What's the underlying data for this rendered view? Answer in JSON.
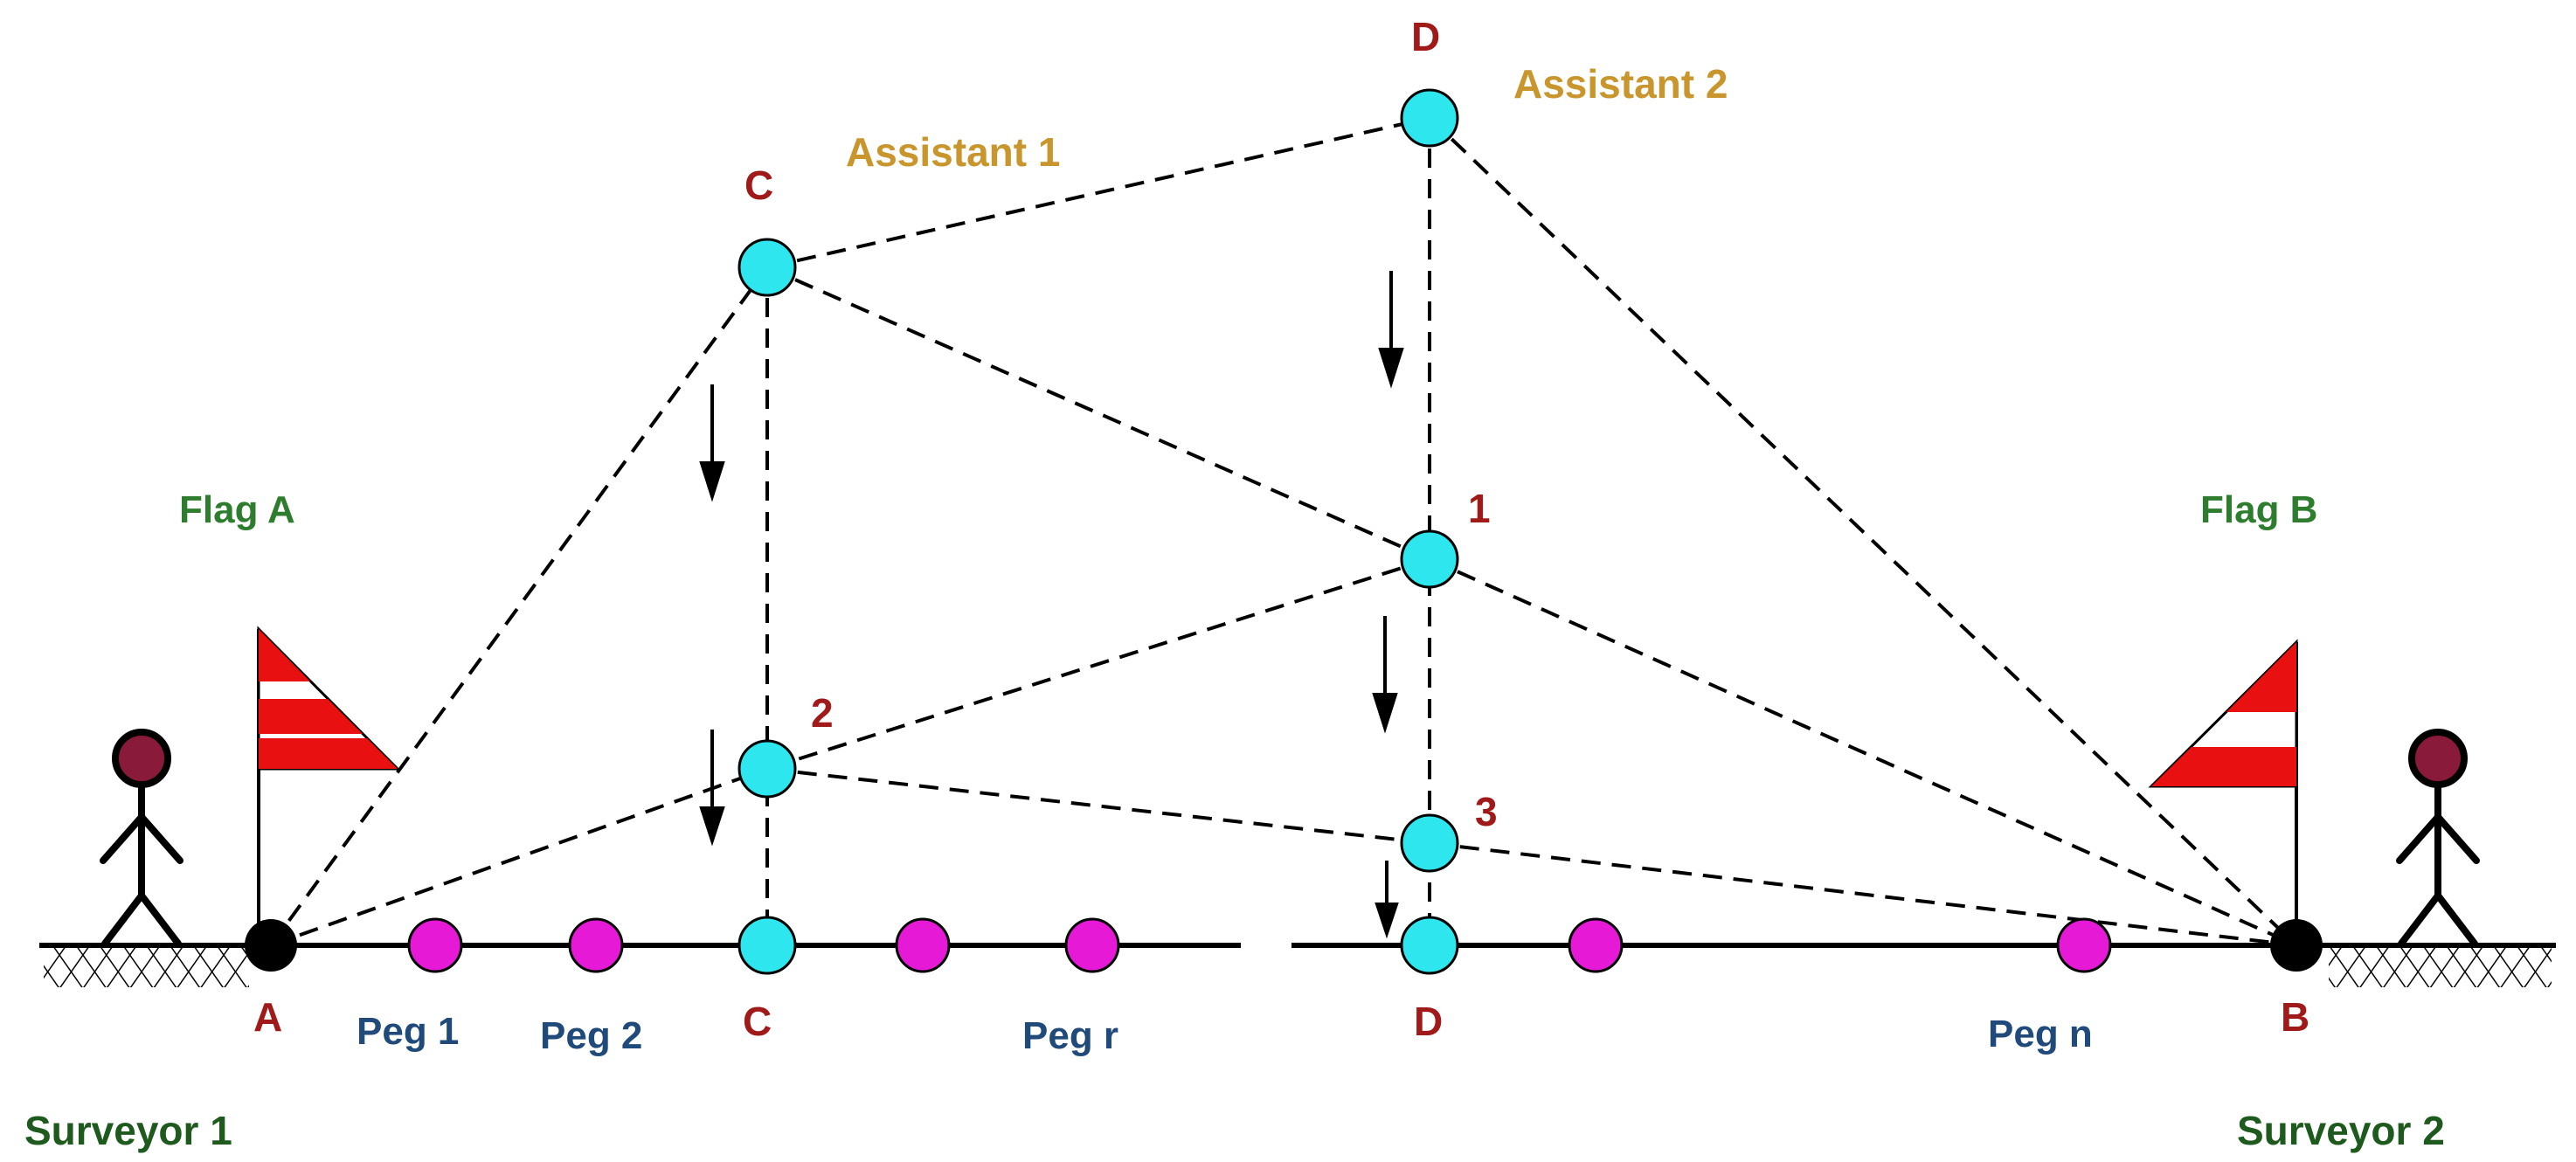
{
  "colors": {
    "background": "#ffffff",
    "line": "#000000",
    "assistant_marker": "#2ee6ee",
    "peg_marker": "#e619d6",
    "end_marker": "#000000",
    "point_label": "#a01a1a",
    "peg_label": "#1f4a7a",
    "flag_label": "#2e7d2e",
    "person_label": "#1e5a1e",
    "assistant_label": "#c8962d",
    "flag_red": "#e81010",
    "person_head": "#8a1a3a"
  },
  "labels": {
    "point_a": "A",
    "point_b": "B",
    "point_c_top": "C",
    "point_c_base": "C",
    "point_d_top": "D",
    "point_d_base": "D",
    "step_1": "1",
    "step_2": "2",
    "step_3": "3",
    "peg_1": "Peg 1",
    "peg_2": "Peg 2",
    "peg_r": "Peg r",
    "peg_n": "Peg n",
    "flag_a": "Flag A",
    "flag_b": "Flag B",
    "surveyor_1": "Surveyor 1",
    "surveyor_2": "Surveyor 2",
    "assistant_1": "Assistant 1",
    "assistant_2": "Assistant 2"
  },
  "icons": {
    "surveyor_figure": "stick-person-icon",
    "flag": "striped-flag-icon",
    "movement": "down-arrow-icon",
    "ground": "hatched-ground-icon"
  }
}
